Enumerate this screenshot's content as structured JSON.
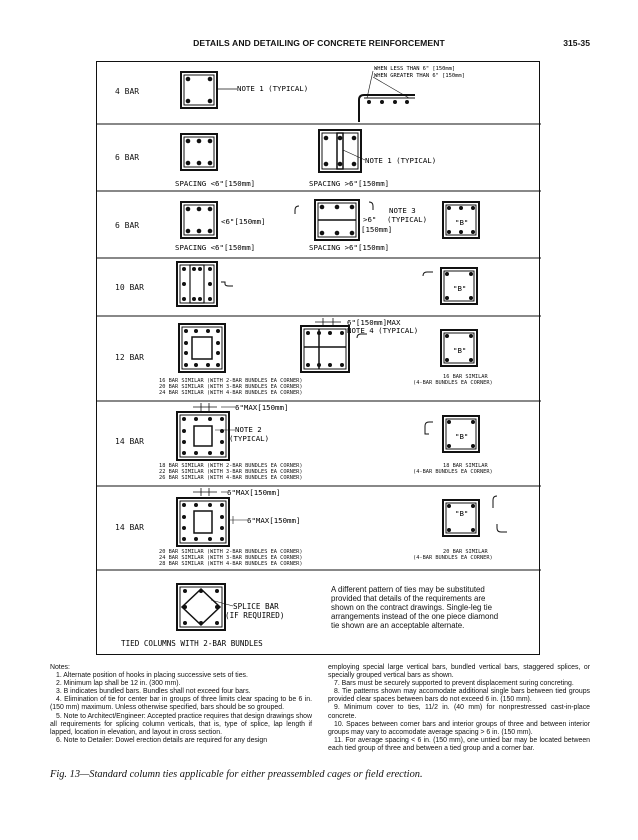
{
  "header": {
    "title": "DETAILS AND DETAILING OF CONCRETE REINFORCEMENT",
    "page_number": "315-35"
  },
  "figure": {
    "row_labels": [
      "4 BAR",
      "6 BAR",
      "6 BAR",
      "10 BAR",
      "12 BAR",
      "14 BAR",
      "14 BAR"
    ],
    "hook_note_1": "WHEN LESS THAN 6\" [150mm]",
    "hook_note_2": "WHEN GREATER THAN 6\" [150mm]",
    "note1_row1": "NOTE 1 (TYPICAL)",
    "note1_row2_a": "NOTE 1 (TYPICAL)",
    "spacing_lt6": "SPACING <6\"[150mm]",
    "spacing_gt6": "SPACING >6\"[150mm]",
    "lt6_label": "<6\"[150mm]",
    "gt6_label": ">6\"",
    "gt6_unit": "[150mm]",
    "note3_a": "NOTE 3",
    "note3_b": "(TYPICAL)",
    "b_label": "\"B\"",
    "max6_row12": "6\"[150mm]MAX",
    "note4": "NOTE 4 (TYPICAL)",
    "similar_12_left": [
      "16 BAR SIMILAR (WITH 2-BAR BUNDLES EA CORNER)",
      "20 BAR SIMILAR (WITH 3-BAR BUNDLES EA CORNER)",
      "24 BAR SIMILAR (WITH 4-BAR BUNDLES EA CORNER)"
    ],
    "similar_12_right": [
      "16 BAR SIMILAR",
      "(4-BAR BUNDLES EA CORNER)"
    ],
    "max6_row14a": "6\"MAX[150mm]",
    "note2_a": "NOTE 2",
    "note2_b": "(TYPICAL)",
    "similar_14a_left": [
      "18 BAR SIMILAR (WITH 2-BAR BUNDLES EA CORNER)",
      "22 BAR SIMILAR (WITH 3-BAR BUNDLES EA CORNER)",
      "26 BAR SIMILAR (WITH 4-BAR BUNDLES EA CORNER)"
    ],
    "similar_14a_right": [
      "18 BAR SIMILAR",
      "(4-BAR BUNDLES EA CORNER)"
    ],
    "max6_row14b_top": "6\"MAX[150mm]",
    "max6_row14b_side": "6\"MAX[150mm]",
    "similar_14b_left": [
      "20 BAR SIMILAR (WITH 2-BAR BUNDLES EA CORNER)",
      "24 BAR SIMILAR (WITH 3-BAR BUNDLES EA CORNER)",
      "28 BAR SIMILAR (WITH 4-BAR BUNDLES EA CORNER)"
    ],
    "similar_14b_right": [
      "20 BAR SIMILAR",
      "(4-BAR BUNDLES EA CORNER)"
    ],
    "splice_a": "SPLICE BAR",
    "splice_b": "(IF REQUIRED)",
    "tied_columns": "TIED COLUMNS WITH 2-BAR BUNDLES",
    "alt_text": [
      "A different pattern of ties may be substituted",
      "provided that details of the requirements are",
      "shown on the contract drawings. Single-leg tie",
      "arrangements instead of the one piece diamond",
      "tie shown are an acceptable alternate."
    ]
  },
  "notes": {
    "heading": "Notes:",
    "left": [
      "1. Alternate position of hooks in placing successive sets of ties.",
      "2. Minimum lap shall be 12 in. (300 mm).",
      "3. B indicates bundled bars. Bundles shall not exceed four bars.",
      "4. Elimination of tie for center bar in groups of three limits clear spacing to be 6 in. (150 mm) maximum. Unless otherwise specified, bars should be so grouped.",
      "5. Note to Architect/Engineer: Accepted practice requires that design drawings show all requirements for splicing column verticals, that is, type of splice, lap length if lapped, location in elevation, and layout in cross section.",
      "6. Note to Detailer: Dowel erection details are required for any design"
    ],
    "right": [
      "employing special large vertical bars, bundled vertical bars, staggered splices, or specially grouped vertical bars as shown.",
      "7. Bars must be securely supported to prevent displacement suring concreting.",
      "8. Tie patterns shown may accomodate additional single bars between tied groups provided clear spaces between bars do not exceed 6 in. (150 mm).",
      "9. Minimum cover to ties, 11/2 in. (40 mm) for nonprestressed cast-in-place concrete.",
      "10. Spaces between corner bars and interior groups of three and between interior groups may vary to accomodate average spacing > 6 in. (150 mm).",
      "11. For average spacing < 6 in. (150 mm), one untied bar may be located between each tied group of three and between a tied group and a corner bar."
    ]
  },
  "caption": "Fig. 13—Standard column ties applicable for either preassembled cages or field erection."
}
